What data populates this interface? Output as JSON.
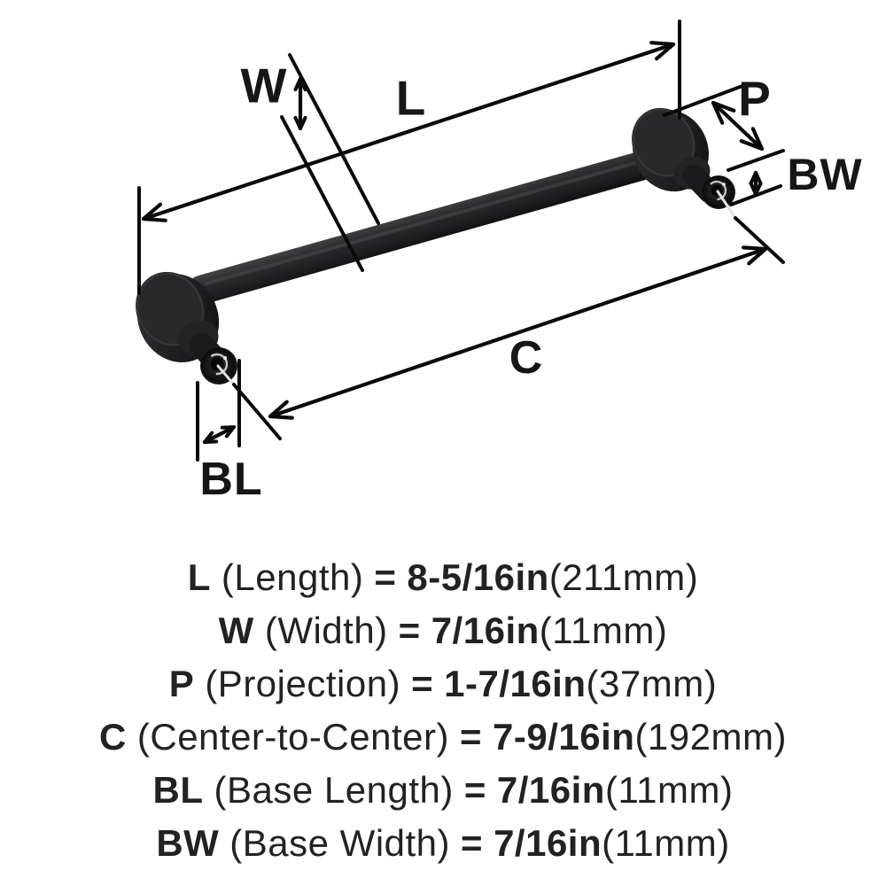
{
  "title": "Cabinet pull hardware dimension diagram",
  "colors": {
    "background": "#ffffff",
    "dimension_line": "#0a0a0a",
    "label_text": "#161616",
    "spec_text": "#222222",
    "handle_dark": "#1e1e20",
    "handle_highlight": "#4a4a4c"
  },
  "diagram": {
    "labels": {
      "width": "W",
      "length": "L",
      "projection": "P",
      "base_width": "BW",
      "center_to_center": "C",
      "base_length": "BL"
    }
  },
  "specs": {
    "rows": [
      {
        "label": "L",
        "desc": "(Length)",
        "eq": "=",
        "value": "8-5/16in",
        "metric": "(211mm)"
      },
      {
        "label": "W",
        "desc": "(Width)",
        "eq": "=",
        "value": "7/16in",
        "metric": "(11mm)"
      },
      {
        "label": "P",
        "desc": "(Projection)",
        "eq": "=",
        "value": "1-7/16in",
        "metric": "(37mm)"
      },
      {
        "label": "C",
        "desc": "(Center-to-Center)",
        "eq": "=",
        "value": "7-9/16in",
        "metric": "(192mm)"
      },
      {
        "label": "BL",
        "desc": "(Base Length)",
        "eq": "=",
        "value": "7/16in",
        "metric": "(11mm)"
      },
      {
        "label": "BW",
        "desc": "(Base Width)",
        "eq": "=",
        "value": "7/16in",
        "metric": "(11mm)"
      }
    ]
  }
}
